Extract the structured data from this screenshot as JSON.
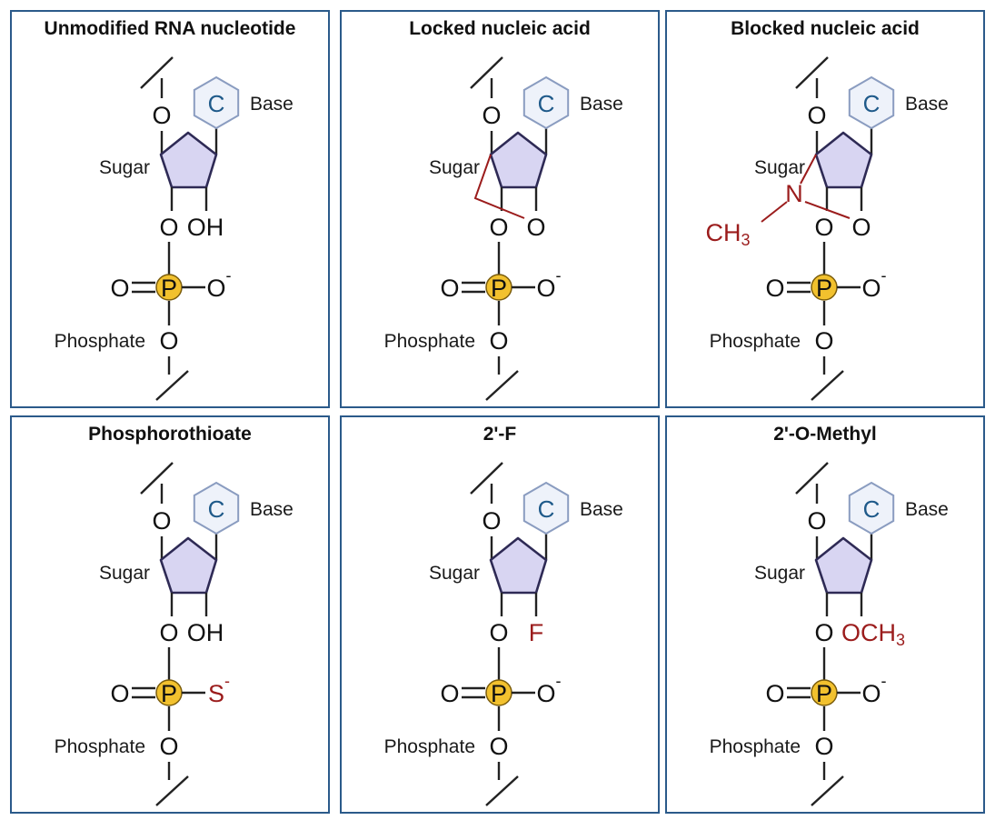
{
  "colors": {
    "panel_border": "#2b5a8a",
    "modification_red": "#9b1c1c",
    "sugar_fill": "#d8d5f2",
    "sugar_stroke": "#2e2a55",
    "base_fill": "#eef2fa",
    "base_stroke": "#8a9cc0",
    "base_letter": "#1f5a8a",
    "phosphorus_fill": "#f2c12e"
  },
  "panels": [
    {
      "title": "Unmodified RNA nucleotide",
      "modification": "none",
      "base_letter": "C",
      "base_label": "Base",
      "sugar_label": "Sugar",
      "phosphate_label": "Phosphate",
      "o5": "O",
      "o3": "O",
      "two_prime": {
        "text": "OH",
        "sub": "",
        "red": false
      },
      "p": "P",
      "p_double_o": "O",
      "p_side": {
        "text": "O",
        "sup": "-",
        "red": false
      },
      "o_bottom": "O"
    },
    {
      "title": "Locked nucleic acid",
      "modification": "lna",
      "base_letter": "C",
      "base_label": "Base",
      "sugar_label": "Sugar",
      "phosphate_label": "Phosphate",
      "o5": "O",
      "o3": "O",
      "two_prime": {
        "text": "O",
        "sub": "",
        "red": false
      },
      "p": "P",
      "p_double_o": "O",
      "p_side": {
        "text": "O",
        "sup": "-",
        "red": false
      },
      "o_bottom": "O"
    },
    {
      "title": "Blocked nucleic acid",
      "modification": "bna",
      "base_letter": "C",
      "base_label": "Base",
      "sugar_label": "Sugar",
      "phosphate_label": "Phosphate",
      "o5": "O",
      "o3": "O",
      "two_prime": {
        "text": "O",
        "sub": "",
        "red": false
      },
      "bridge_n": "N",
      "bridge_methyl": {
        "text": "CH",
        "sub": "3"
      },
      "p": "P",
      "p_double_o": "O",
      "p_side": {
        "text": "O",
        "sup": "-",
        "red": false
      },
      "o_bottom": "O"
    },
    {
      "title": "Phosphorothioate",
      "modification": "none",
      "base_letter": "C",
      "base_label": "Base",
      "sugar_label": "Sugar",
      "phosphate_label": "Phosphate",
      "o5": "O",
      "o3": "O",
      "two_prime": {
        "text": "OH",
        "sub": "",
        "red": false
      },
      "p": "P",
      "p_double_o": "O",
      "p_side": {
        "text": "S",
        "sup": "-",
        "red": true
      },
      "o_bottom": "O"
    },
    {
      "title": "2'-F",
      "modification": "none",
      "base_letter": "C",
      "base_label": "Base",
      "sugar_label": "Sugar",
      "phosphate_label": "Phosphate",
      "o5": "O",
      "o3": "O",
      "two_prime": {
        "text": "F",
        "sub": "",
        "red": true
      },
      "p": "P",
      "p_double_o": "O",
      "p_side": {
        "text": "O",
        "sup": "-",
        "red": false
      },
      "o_bottom": "O"
    },
    {
      "title": "2'-O-Methyl",
      "modification": "none",
      "base_letter": "C",
      "base_label": "Base",
      "sugar_label": "Sugar",
      "phosphate_label": "Phosphate",
      "o5": "O",
      "o3": "O",
      "two_prime": {
        "text": "OCH",
        "sub": "3",
        "red": true
      },
      "p": "P",
      "p_double_o": "O",
      "p_side": {
        "text": "O",
        "sup": "-",
        "red": false
      },
      "o_bottom": "O"
    }
  ]
}
